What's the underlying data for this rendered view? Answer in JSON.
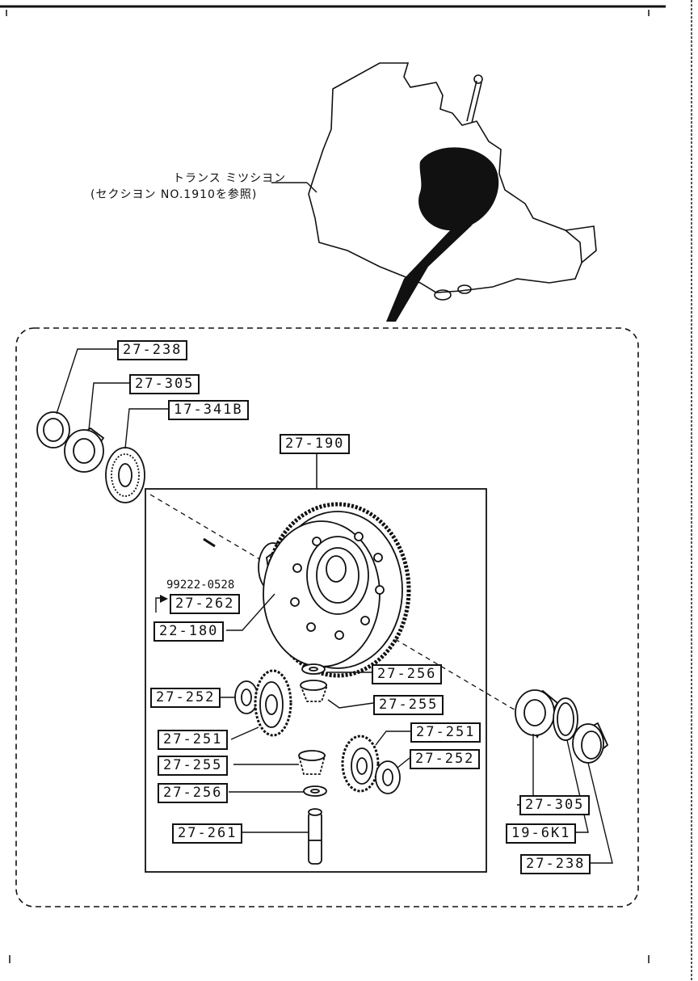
{
  "note": {
    "line1": "トランス ミツシヨン",
    "line2": "(セクシヨン NO.1910を参照)"
  },
  "callouts": {
    "c27_238_top": "27-238",
    "c27_305_top": "27-305",
    "c17_341b": "17-341B",
    "c27_190": "27-190",
    "c99222": "99222-0528",
    "c27_262": "27-262",
    "c22_180": "22-180",
    "c27_256_a": "27-256",
    "c27_255_a": "27-255",
    "c27_252_a": "27-252",
    "c27_251_a": "27-251",
    "c27_251_b": "27-251",
    "c27_252_b": "27-252",
    "c27_255_b": "27-255",
    "c27_256_b": "27-256",
    "c27_261": "27-261",
    "c27_305_bottom": "27-305",
    "c19_6k1": "19-6K1",
    "c27_238_bottom": "27-238"
  },
  "colors": {
    "ink": "#111111",
    "paper": "#ffffff"
  }
}
